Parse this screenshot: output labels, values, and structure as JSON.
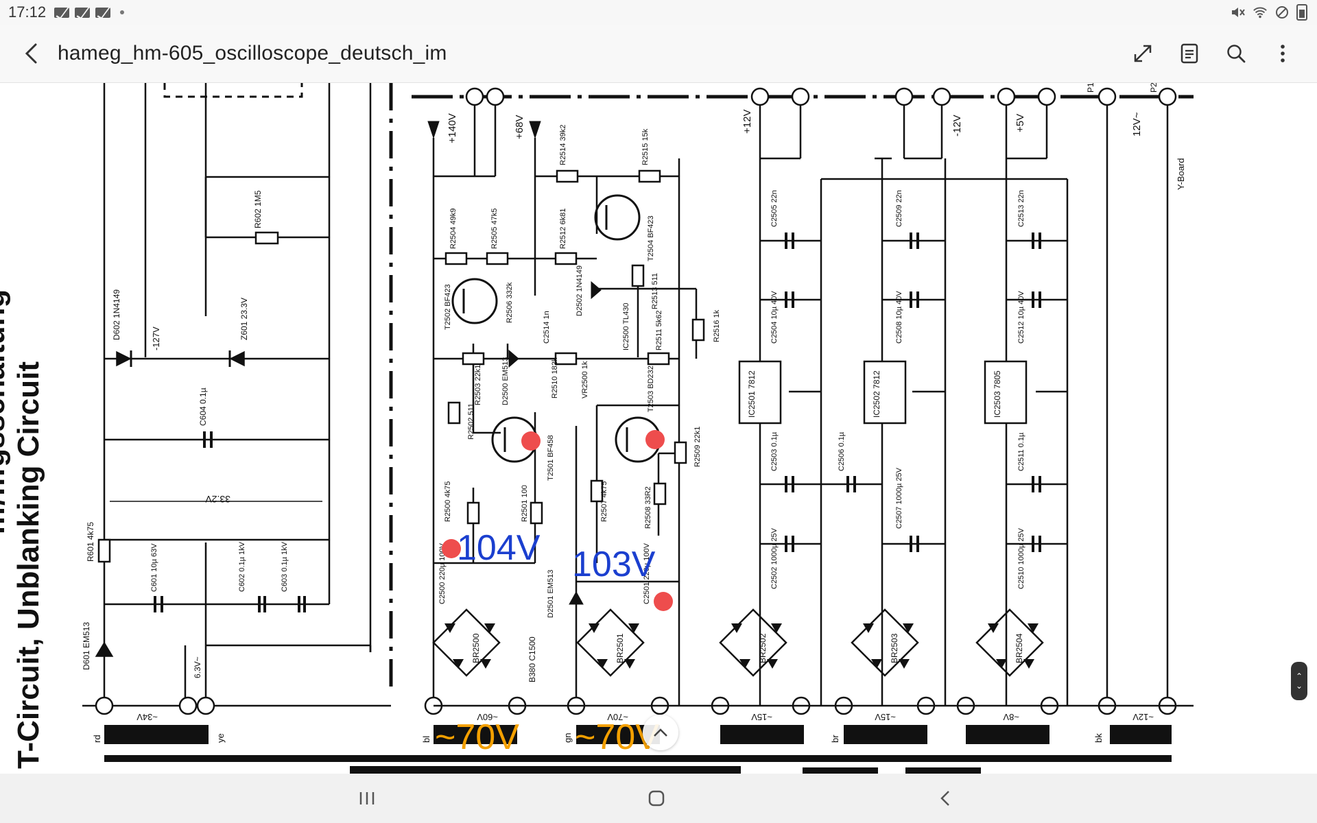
{
  "status_bar": {
    "time": "17:12",
    "notification_icons": [
      "mail-icon",
      "mail-icon",
      "mail-icon"
    ],
    "right_icons": [
      "mute-icon",
      "wifi-icon",
      "dnd-icon",
      "battery-icon"
    ]
  },
  "app_bar": {
    "title": "hameg_hm-605_oscilloscope_deutsch_im",
    "actions": [
      "expand-icon",
      "reading-mode-icon",
      "search-icon",
      "more-icon"
    ]
  },
  "document": {
    "side_title_1": "T-Circuit, Unblanking Circuit",
    "side_title_2": "…/…gsschaltung",
    "annotations": {
      "v1": "104V",
      "v2": "103V",
      "ac1": "~70V",
      "ac2": "~70V"
    },
    "rail_labels": {
      "p140": "+140V",
      "p68": "+68V",
      "p12": "+12V",
      "m12": "-12V",
      "p5": "+5V",
      "ac12": "12V~",
      "m127": "-127V",
      "yboard": "Y-Board",
      "p1": "P1",
      "p2": "P2",
      "v33": "33.2V"
    },
    "components": {
      "r602": "R602 1M5",
      "d602": "D602 1N4149",
      "z601": "Z601 23.3V",
      "c604": "C604 0.1µ",
      "r601": "R601 4k75",
      "c601": "C601 10µ 63V",
      "c602": "C602 0.1µ 1kV",
      "c603": "C603 0.1µ 1kV",
      "d601": "D601 EM513",
      "r2504": "R2504 49k9",
      "r2505": "R2505 47k5",
      "r2512": "R2512 6k81",
      "r2514": "R2514 39k2",
      "r2515": "R2515 15k",
      "ts2502": "T2502 BF423",
      "ts2504": "T2504 BF423",
      "r2506": "R2506 332k",
      "c2514": "C2514 1n",
      "d2502": "D2502 1N4149",
      "r2513": "R2513 511",
      "ic2500": "IC2500 TL430",
      "r2511": "R2511 5k62",
      "r2516": "R2516 1k",
      "r2503": "R2503 22k1",
      "d2500": "D2500 EM513",
      "r2510": "R2510 182k",
      "vr2500": "VR2500 1k",
      "t2503": "T2503 BD232",
      "r2502": "R2502 511",
      "t2501": "T2501 BF458",
      "r2509": "R2509 22k1",
      "r2507": "R2507 4k75",
      "r2508": "R2508 33R2",
      "r2500": "R2500 4k75",
      "r2501": "R2501 100",
      "c2500": "C2500 220µ 100V",
      "c2501": "C2501 220µ 100V",
      "d2501": "D2501 EM513",
      "br2500": "BR2500",
      "br2501": "BR2501",
      "br2502": "BR2502",
      "br2503": "BR2503",
      "br2504": "BR2504",
      "b380": "B380 C1500",
      "ic2501": "IC2501 7812",
      "ic2502": "IC2502 7812",
      "ic2503": "IC2503 7805",
      "c2505": "C2505 22n",
      "c2509": "C2509 22n",
      "c2513": "C2513 22n",
      "c2504": "C2504 10µ 40V",
      "c2508": "C2508 10µ 40V",
      "c2512": "C2512 10µ 40V",
      "c2503": "C2503 0.1µ",
      "c2506": "C2506 0.1µ",
      "c2511": "C2511 0.1µ",
      "c2502": "C2502 1000µ 25V",
      "c2507": "C2507 1000µ 25V",
      "c2510": "C2510 1000µ 25V"
    },
    "transformer_labels": {
      "t1": "~34V",
      "t2": "~60V",
      "t3": "~70V",
      "t4": "~15V",
      "t5": "~15V",
      "t6": "~8V",
      "t7": "~12V",
      "v63": "6.3V~",
      "rd": "rd",
      "ye": "ye",
      "bl": "bl",
      "gn": "gn",
      "br": "br",
      "bk": "bk"
    }
  },
  "colors": {
    "annotation_blue": "#1b3fcf",
    "annotation_orange": "#f4a000",
    "marker_red": "#ee4d4d"
  },
  "nav_bar": {
    "buttons": [
      "recents-icon",
      "home-icon",
      "back-nav-icon"
    ]
  }
}
